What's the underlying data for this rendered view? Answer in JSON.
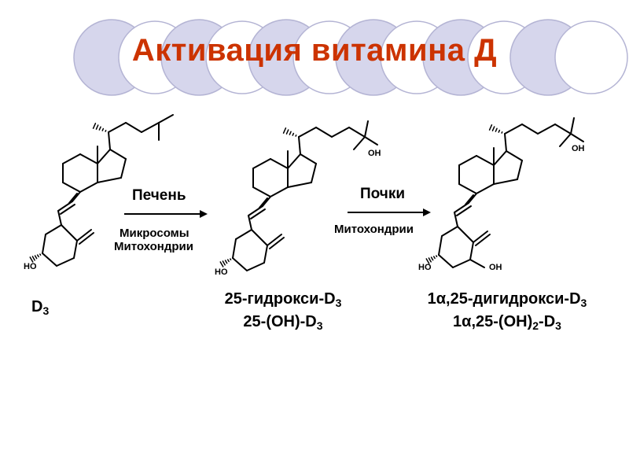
{
  "title": "Активация витамина Д",
  "colors": {
    "title": "#cc3300",
    "circle_fill": "#d6d6ec",
    "circle_stroke": "#b4b4d4"
  },
  "arrows": [
    {
      "main": "Печень",
      "sub": [
        "Микросомы",
        "Митохондрии"
      ]
    },
    {
      "main": "Почки",
      "sub": [
        "Митохондрии"
      ]
    }
  ],
  "compounds": [
    {
      "name_base": "D",
      "name_sub": "3",
      "groups": {
        "oh_ring": "HO"
      }
    },
    {
      "name1_base": "25-гидрокси-D",
      "name1_sub": "3",
      "name2_base": "25-(OH)-D",
      "name2_sub": "3",
      "groups": {
        "oh_ring": "HO",
        "oh_chain": "OH"
      }
    },
    {
      "name1_base": "1α,25-дигидрокси-D",
      "name1_sub": "3",
      "name2_a": "1α,25-(OH)",
      "name2_sub_a": "2",
      "name2_b": "-D",
      "name2_sub_b": "3",
      "groups": {
        "oh_ring": "HO",
        "oh_ring2": "OH",
        "oh_chain": "OH"
      }
    }
  ]
}
